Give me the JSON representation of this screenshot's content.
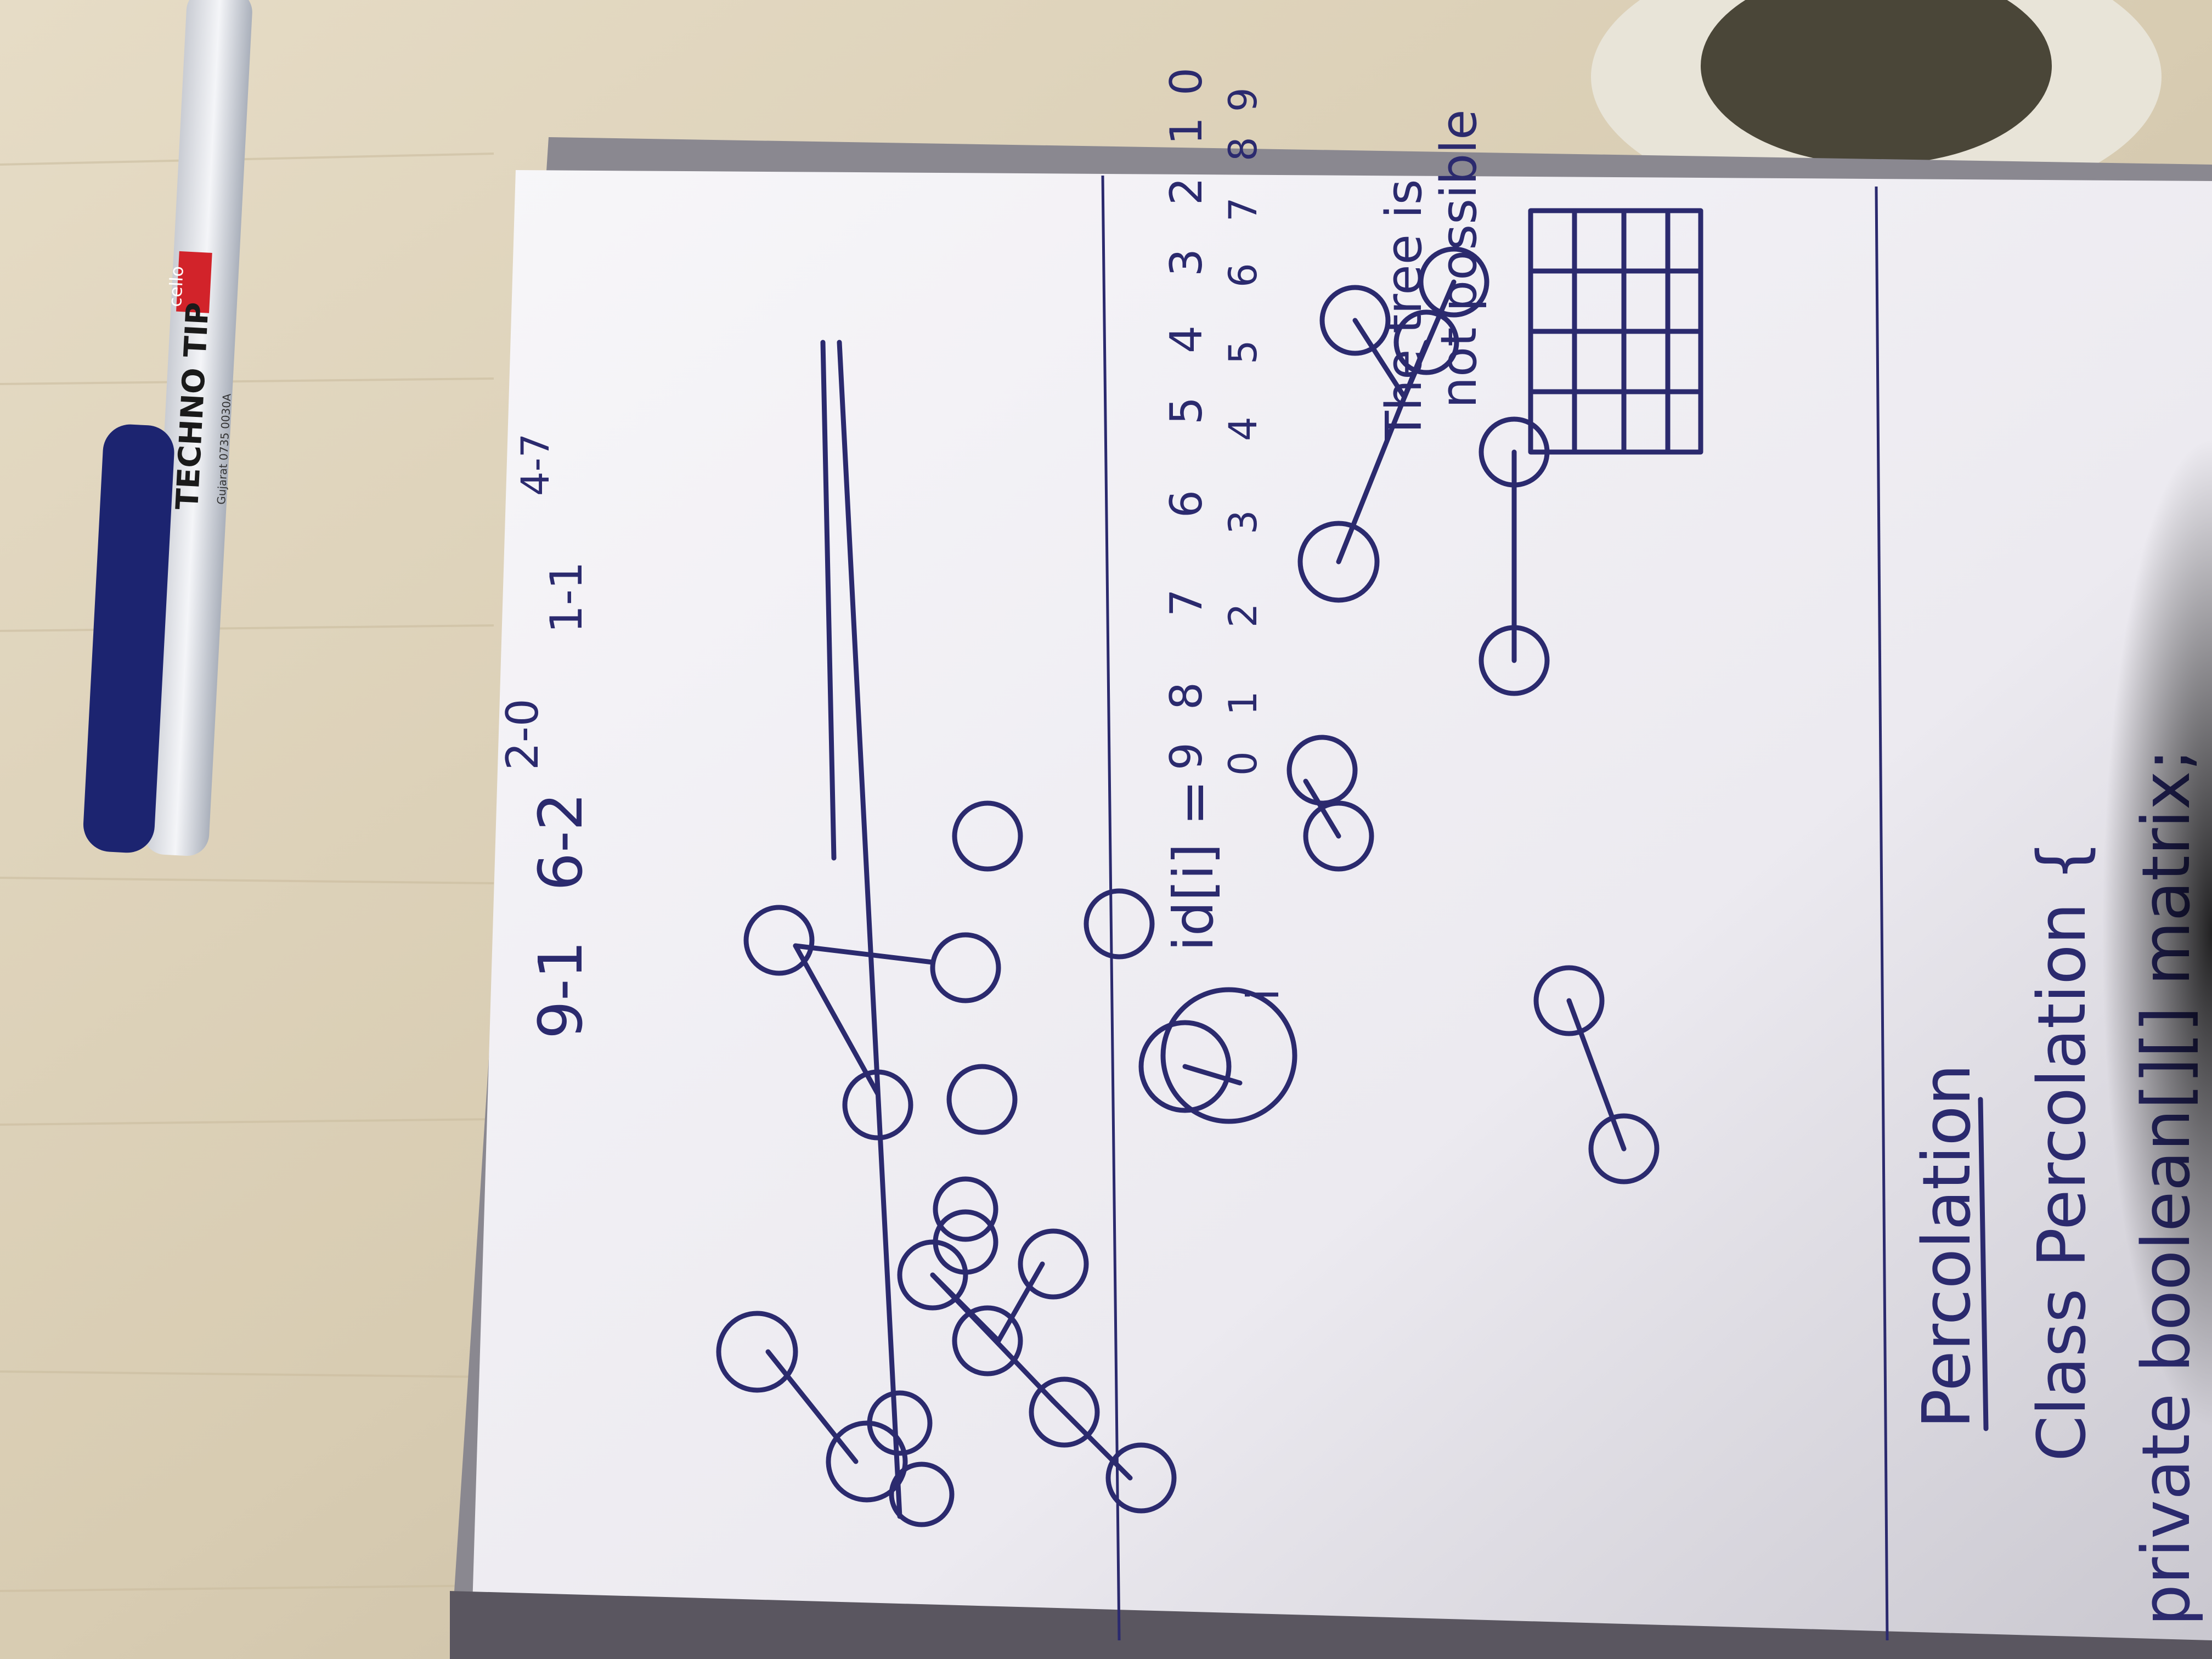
{
  "pen": {
    "brand": "cello",
    "model": "TECHNO TIP",
    "small_print": "Gujarat 0735 0030A"
  },
  "notebook": {
    "top_pairs": [
      "9-1",
      "6-2",
      "2-0",
      "1-1"
    ],
    "top_note": "4-7",
    "id_array": {
      "label": "id[i] =",
      "index_marker": "i",
      "top_row": [
        "9",
        "8",
        "7",
        "6",
        "5",
        "4",
        "3",
        "2",
        "1",
        "0"
      ],
      "bottom_row": [
        "0",
        "1",
        "2",
        "3",
        "4",
        "5",
        "6",
        "7",
        "8",
        "9"
      ]
    },
    "remark_line1": "The tree is",
    "remark_line2": "not possible",
    "heading": "Percolation",
    "code_line1": "Class Percolation {",
    "code_line2": "private boolean[][] matrix;"
  },
  "colors": {
    "ink": "#2b2a6e",
    "paper": "#f1f0f4",
    "desk": "#d9cdb4"
  }
}
